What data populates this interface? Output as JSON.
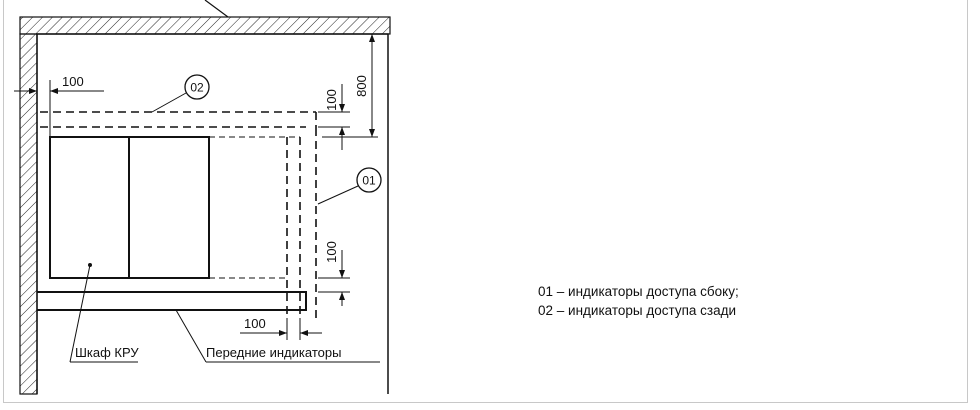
{
  "diagram": {
    "dimensions": {
      "top_clearance": "800",
      "side_gap_left": "100",
      "rear_indicator_gap": "100",
      "side_indicator_gap": "100",
      "bottom_gap": "100"
    },
    "callouts": {
      "side": "01",
      "rear": "02"
    },
    "labels": {
      "cabinet": "Шкаф КРУ",
      "front_indicators": "Передние индикаторы"
    }
  },
  "legend": {
    "items": [
      "01 – индикаторы доступа сбоку;",
      "02 – индикаторы доступа сзади"
    ]
  }
}
